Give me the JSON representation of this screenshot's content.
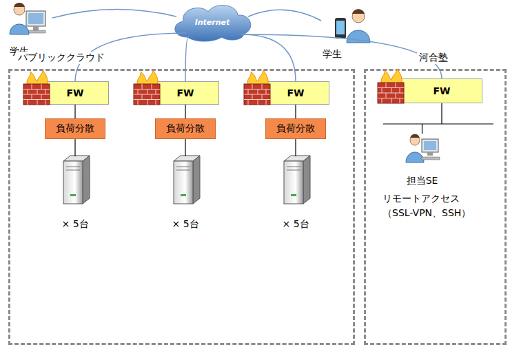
{
  "diagram": {
    "nodes": [
      {
        "text": [
          "学生"
        ]
      },
      {
        "text": [
          "Internet"
        ]
      },
      {
        "text": [
          "学生"
        ]
      },
      {
        "text": [
          "パブリッククラウド"
        ]
      },
      {
        "text": [
          "FW"
        ],
        "in": 3
      },
      {
        "text": [
          "負荷分散"
        ],
        "in": 3
      },
      {
        "text": [
          "× 5台"
        ],
        "in": 3
      },
      {
        "text": [
          "FW"
        ],
        "in": 3
      },
      {
        "text": [
          "負荷分散"
        ],
        "in": 3
      },
      {
        "text": [
          "× 5台"
        ],
        "in": 3
      },
      {
        "text": [
          "FW"
        ],
        "in": 3
      },
      {
        "text": [
          "負荷分散"
        ],
        "in": 3
      },
      {
        "text": [
          "× 5台"
        ],
        "in": 3
      },
      {
        "text": [
          "河合塾"
        ]
      },
      {
        "text": [
          "FW"
        ],
        "in": 13
      },
      {
        "text": [
          "担当SE"
        ],
        "in": 13
      }
    ],
    "edges": [
      {
        "from": 1,
        "to": 0,
        "arrow": "none"
      },
      {
        "from": 1,
        "to": 2,
        "arrow": "none"
      },
      {
        "from": 1,
        "to": 4,
        "arrow": "none"
      },
      {
        "from": 1,
        "to": 7,
        "arrow": "none"
      },
      {
        "from": 1,
        "to": 10,
        "arrow": "none"
      },
      {
        "from": 1,
        "to": 14,
        "arrow": "none"
      },
      {
        "from": 4,
        "to": 5,
        "arrow": "none"
      },
      {
        "from": 5,
        "to": 6,
        "arrow": "none"
      },
      {
        "from": 7,
        "to": 8,
        "arrow": "none"
      },
      {
        "from": 8,
        "to": 9,
        "arrow": "none"
      },
      {
        "from": 10,
        "to": 11,
        "arrow": "none"
      },
      {
        "from": 11,
        "to": 12,
        "arrow": "none"
      },
      {
        "from": 14,
        "to": 15,
        "arrow": "none"
      }
    ],
    "labels": [
      "リモートアクセス",
      "（SSL-VPN、SSH）"
    ]
  }
}
